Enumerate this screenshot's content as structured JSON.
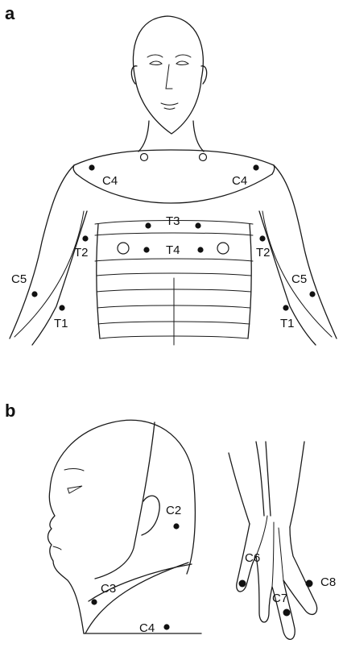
{
  "panels": {
    "a": {
      "letter": "a"
    },
    "b": {
      "letter": "b"
    }
  },
  "labels": {
    "a_c4_left": "C4",
    "a_c4_right": "C4",
    "a_t3": "T3",
    "a_t4": "T4",
    "a_t2_left": "T2",
    "a_t2_right": "T2",
    "a_c5_left": "C5",
    "a_c5_right": "C5",
    "a_t1_left": "T1",
    "a_t1_right": "T1",
    "b_c2": "C2",
    "b_c3": "C3",
    "b_c4": "C4",
    "b_c6": "C6",
    "b_c7": "C7",
    "b_c8": "C8"
  },
  "colors": {
    "line": "#1a1a1a",
    "dot": "#111111",
    "background": "#ffffff"
  }
}
